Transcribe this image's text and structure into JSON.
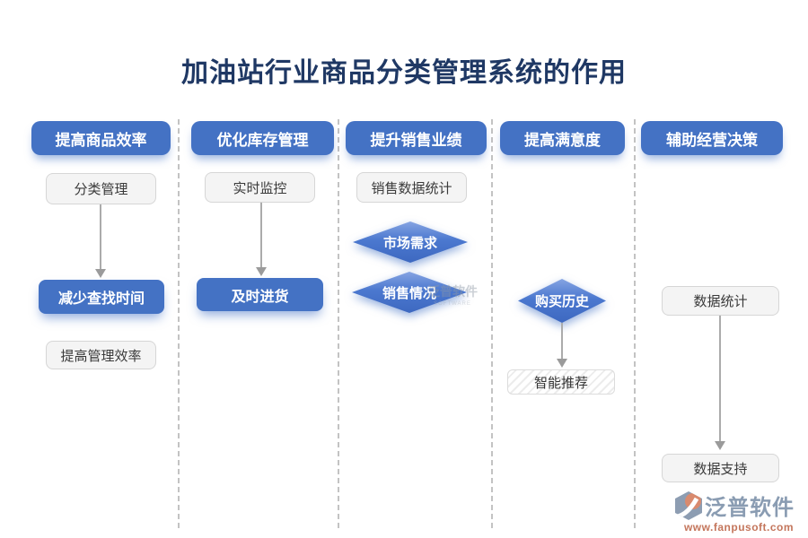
{
  "title": "加油站行业商品分类管理系统的作用",
  "columns": [
    {
      "header": "提高商品效率",
      "nodes": [
        "分类管理",
        "减少查找时间",
        "提高管理效率"
      ]
    },
    {
      "header": "优化库存管理",
      "nodes": [
        "实时监控",
        "及时进货"
      ]
    },
    {
      "header": "提升销售业绩",
      "nodes": [
        "销售数据统计",
        "市场需求",
        "销售情况"
      ]
    },
    {
      "header": "提高满意度",
      "nodes": [
        "购买历史",
        "智能推荐"
      ]
    },
    {
      "header": "辅助经营决策",
      "nodes": [
        "数据统计",
        "数据支持"
      ]
    }
  ],
  "watermark": {
    "text": "泛普软件",
    "sub": "SOFTWARE"
  },
  "logo": {
    "brand": "泛普软件",
    "url": "www.fanpusoft.com"
  },
  "colors": {
    "accent": "#4472C4",
    "title": "#1F3864",
    "arrow": "#ABABAB",
    "box_bg": "#F4F4F4"
  }
}
